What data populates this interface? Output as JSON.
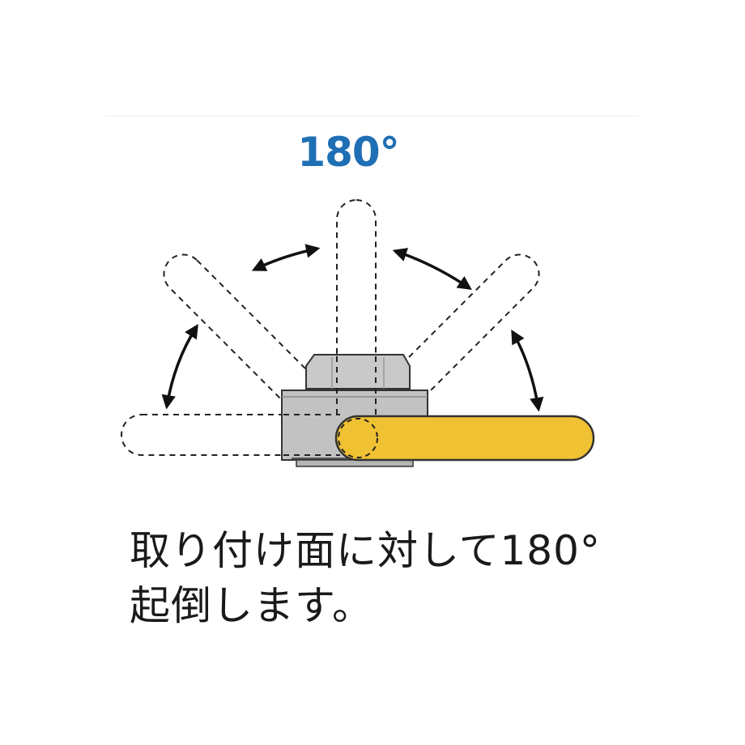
{
  "angle_label": "180°",
  "caption": {
    "line1": "取り付け面に対して180°",
    "line2": "起倒します。"
  },
  "colors": {
    "angle_label": "#1f6fb5",
    "ring": "#f0c133",
    "nut": "#c9c9c9",
    "outline": "#333333",
    "dashed": "#222222"
  },
  "icons": [
    "rotation-arrow-icon",
    "hex-nut-icon",
    "ring-handle-icon"
  ]
}
